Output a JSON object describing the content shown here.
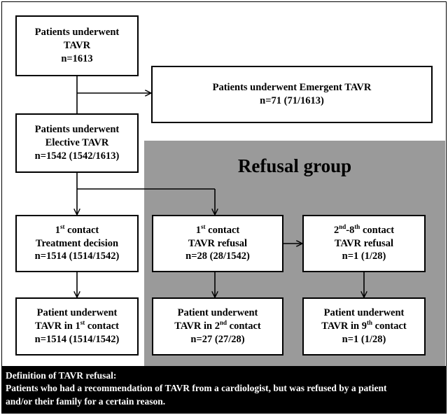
{
  "boxes": {
    "total": {
      "line1": "Patients underwent",
      "line2": "TAVR",
      "line3": "n=1613"
    },
    "emergent": {
      "line1": "Patients underwent Emergent TAVR",
      "line2": "n=71 (71/1613)"
    },
    "elective": {
      "line1": "Patients underwent",
      "line2": "Elective TAVR",
      "line3": "n=1542 (1542/1613)"
    },
    "first_decision": {
      "ordinal_num": "1",
      "ordinal_suffix": "st",
      "line1_rest": " contact",
      "line2": "Treatment decision",
      "line3": "n=1514 (1514/1542)"
    },
    "first_refusal": {
      "ordinal_num": "1",
      "ordinal_suffix": "st",
      "line1_rest": " contact",
      "line2": "TAVR refusal",
      "line3": "n=28 (28/1542)"
    },
    "later_refusal": {
      "ord_a_num": "2",
      "ord_a_suffix": "nd",
      "dash": "-",
      "ord_b_num": "8",
      "ord_b_suffix": "th",
      "line1_rest": " contact",
      "line2": "TAVR refusal",
      "line3": "n=1 (1/28)"
    },
    "tavr_first": {
      "line1": "Patient underwent",
      "line2_pre": "TAVR in ",
      "ord_num": "1",
      "ord_suffix": "st",
      "line2_post": " contact",
      "line3": "n=1514 (1514/1542)"
    },
    "tavr_second": {
      "line1": "Patient underwent",
      "line2_pre": "TAVR in ",
      "ord_num": "2",
      "ord_suffix": "nd",
      "line2_post": " contact",
      "line3": "n=27 (27/28)"
    },
    "tavr_ninth": {
      "line1": "Patient underwent",
      "line2_pre": "TAVR in ",
      "ord_num": "9",
      "ord_suffix": "th",
      "line2_post": " contact",
      "line3": "n=1 (1/28)"
    }
  },
  "refusal_group": {
    "title": "Refusal group"
  },
  "definition": {
    "title": "Definition of TAVR refusal:",
    "text_line1": "Patients who had a recommendation of TAVR from a cardiologist, but was refused by a patient",
    "text_line2": "and/or their family for a certain reason."
  },
  "colors": {
    "panel": "#9a9a9a",
    "definition_bg": "#000000",
    "definition_text": "#ffffff"
  }
}
